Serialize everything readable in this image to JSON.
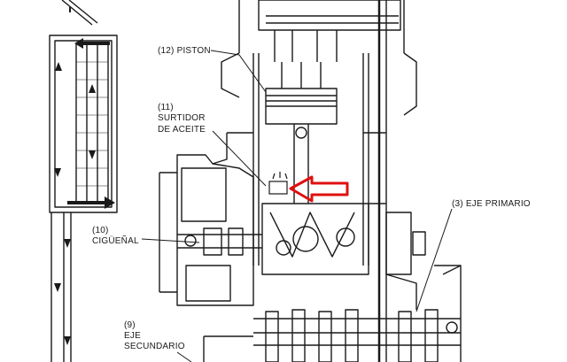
{
  "labels": {
    "piston_number": "(12)",
    "piston_text": "PISTON",
    "nozzle_number": "(11)",
    "nozzle_line1": "SURTIDOR",
    "nozzle_line2": "DE ACEITE",
    "crank_number": "(10)",
    "crank_text": "CIGÜEÑAL",
    "primary_number": "(3)",
    "primary_text": "EJE PRIMARIO",
    "secondary_number": "(9)",
    "secondary_line1": "EJE",
    "secondary_line2": "SECUNDARIO"
  },
  "colors": {
    "line": "#1a1a1a",
    "highlight_arrow": "#e01010",
    "background": "#ffffff"
  },
  "icons": {
    "flow_arrow": "arrow-right-icon",
    "oil_drop": "oil-drop-icon"
  }
}
